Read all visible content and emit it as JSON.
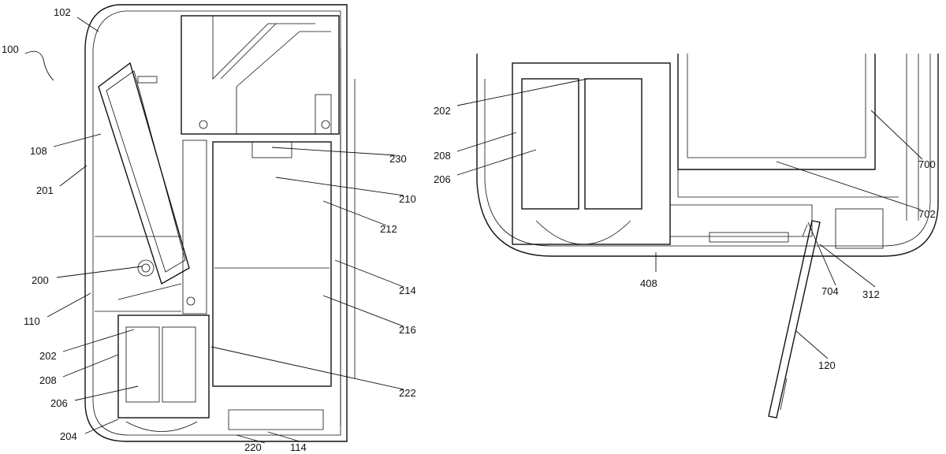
{
  "figure_left": {
    "labels": [
      "100",
      "102",
      "108",
      "201",
      "200",
      "110",
      "202",
      "208",
      "206",
      "204",
      "220",
      "114",
      "222",
      "216",
      "214",
      "212",
      "210",
      "230"
    ]
  },
  "figure_right": {
    "labels": [
      "202",
      "208",
      "206",
      "408",
      "700",
      "702",
      "704",
      "312",
      "120"
    ]
  }
}
